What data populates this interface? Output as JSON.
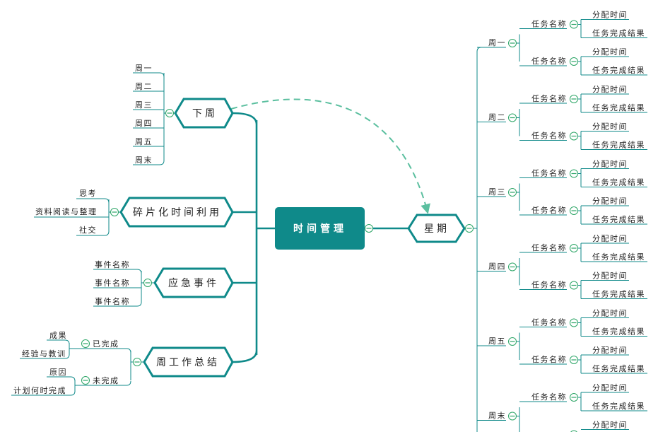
{
  "center": {
    "label": "时间管理"
  },
  "right_topic": {
    "label": "星期",
    "days": [
      {
        "label": "周一",
        "tasks": [
          {
            "label": "任务名称",
            "details": [
              "分配时间",
              "任务完成结果"
            ]
          },
          {
            "label": "任务名称",
            "details": [
              "分配时间",
              "任务完成结果"
            ]
          }
        ]
      },
      {
        "label": "周二",
        "tasks": [
          {
            "label": "任务名称",
            "details": [
              "分配时间",
              "任务完成结果"
            ]
          },
          {
            "label": "任务名称",
            "details": [
              "分配时间",
              "任务完成结果"
            ]
          }
        ]
      },
      {
        "label": "周三",
        "tasks": [
          {
            "label": "任务名称",
            "details": [
              "分配时间",
              "任务完成结果"
            ]
          },
          {
            "label": "任务名称",
            "details": [
              "分配时间",
              "任务完成结果"
            ]
          }
        ]
      },
      {
        "label": "周四",
        "tasks": [
          {
            "label": "任务名称",
            "details": [
              "分配时间",
              "任务完成结果"
            ]
          },
          {
            "label": "任务名称",
            "details": [
              "分配时间",
              "任务完成结果"
            ]
          }
        ]
      },
      {
        "label": "周五",
        "tasks": [
          {
            "label": "任务名称",
            "details": [
              "分配时间",
              "任务完成结果"
            ]
          },
          {
            "label": "任务名称",
            "details": [
              "分配时间",
              "任务完成结果"
            ]
          }
        ]
      },
      {
        "label": "周末",
        "tasks": [
          {
            "label": "任务名称",
            "details": [
              "分配时间",
              "任务完成结果"
            ]
          },
          {
            "label": "",
            "details": [
              "分配时间"
            ]
          }
        ]
      }
    ]
  },
  "left_topics": [
    {
      "label": "下周",
      "children": [
        "周一",
        "周二",
        "周三",
        "周四",
        "周五",
        "周末"
      ]
    },
    {
      "label": "碎片化时间利用",
      "children": [
        "思考",
        "资料阅读与整理",
        "社交"
      ]
    },
    {
      "label": "应急事件",
      "children": [
        "事件名称",
        "事件名称",
        "事件名称"
      ]
    },
    {
      "label": "周工作总结",
      "groups": [
        {
          "label": "已完成",
          "children": [
            "成果",
            "经验与教训"
          ]
        },
        {
          "label": "未完成",
          "children": [
            "原因",
            "计划何时完成"
          ]
        }
      ]
    }
  ],
  "colors": {
    "branch": "#0f8a8a",
    "center_fill": "#0f8a8a",
    "relation_arrow": "#5bbf9f",
    "collapse_icon": "#2ca566"
  },
  "icons": {
    "collapse": "minus-circle-icon",
    "relation": "dashed-arrow"
  }
}
